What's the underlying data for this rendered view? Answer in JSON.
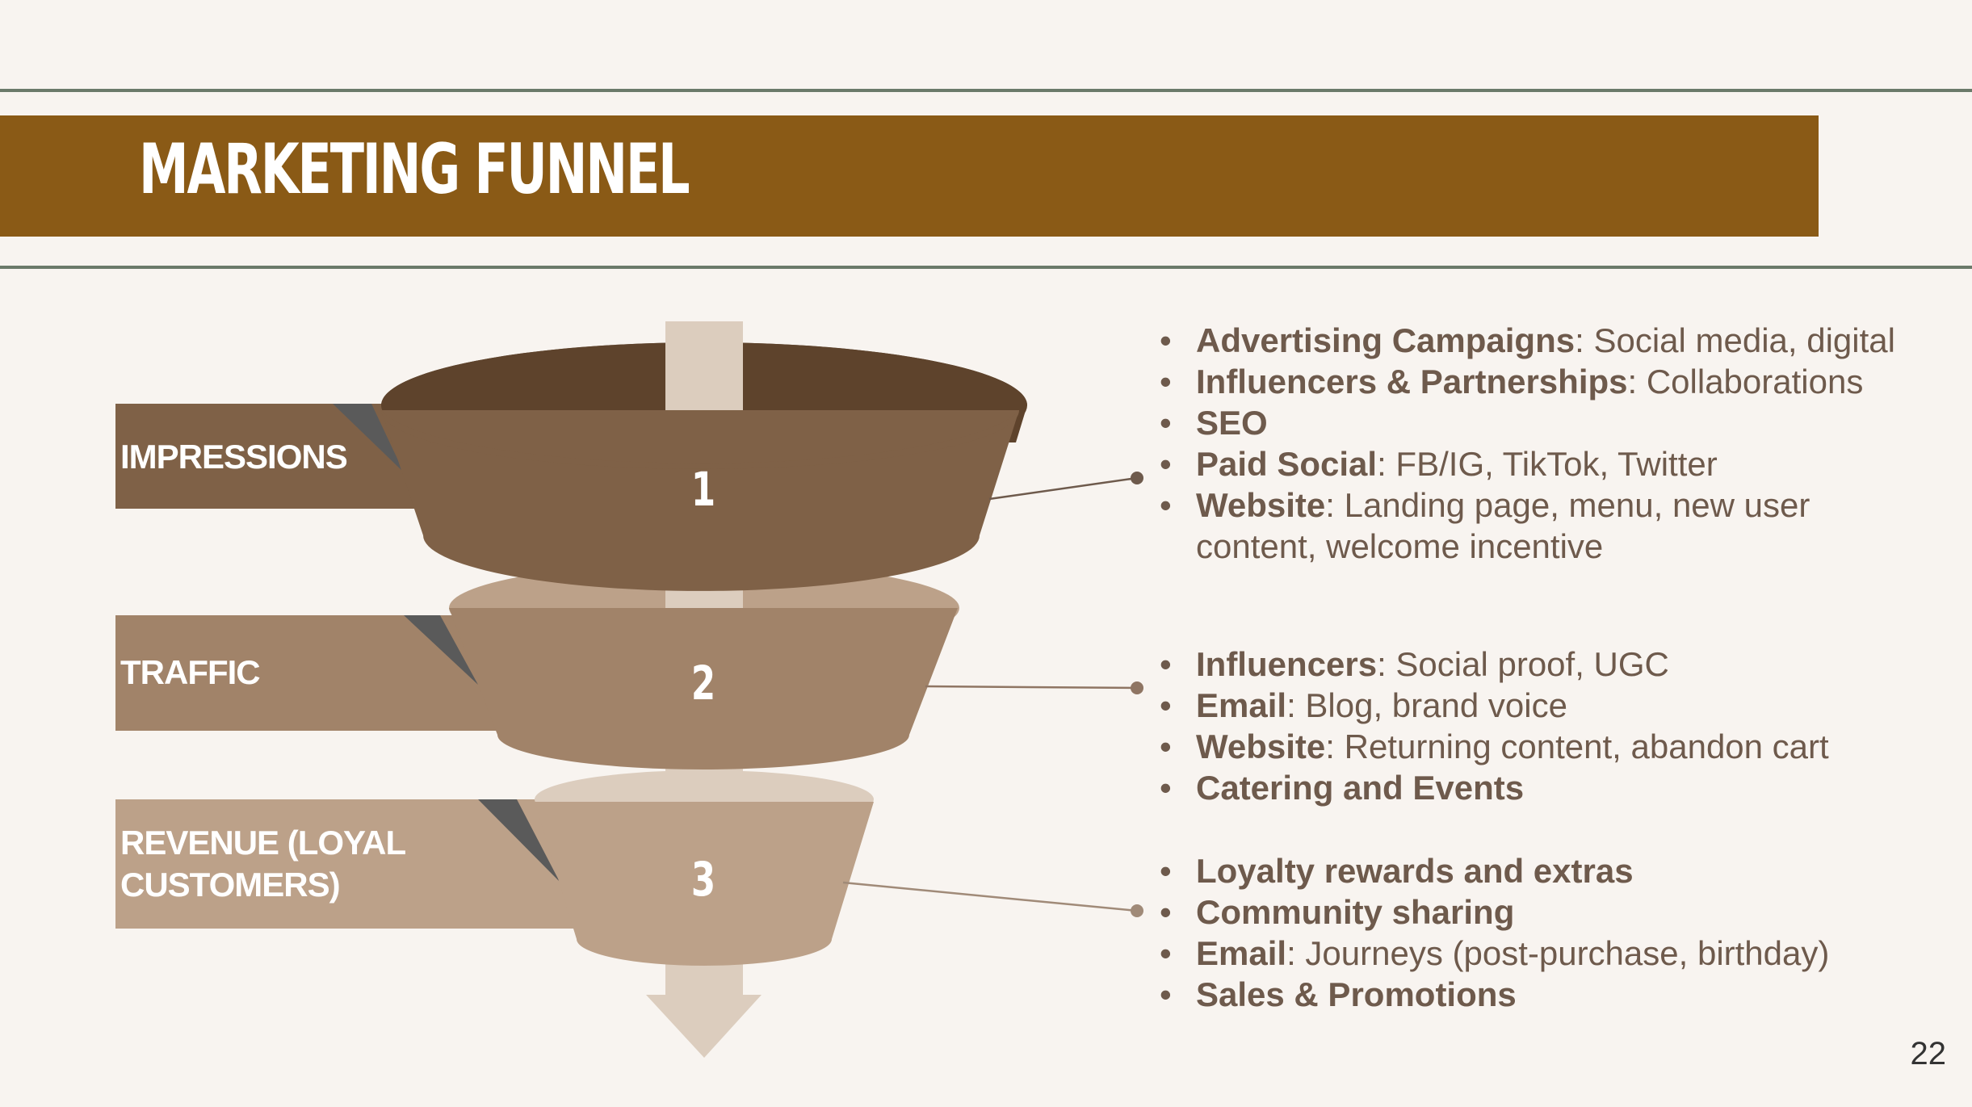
{
  "slide": {
    "title": "MARKETING FUNNEL",
    "page_number": "22",
    "colors": {
      "background": "#f8f4f0",
      "title_bar": "#8a5a16",
      "rules": "#6b7a6a",
      "stage1": "#7f6147",
      "stage1_rim": "#5e432c",
      "stage2": "#a18369",
      "stage2_rim": "#bca189",
      "stage3": "#bca189",
      "stage3_rim": "#dccdbe",
      "arrow": "#dccdbe",
      "text": "#6e5a4c"
    }
  },
  "funnel": {
    "stages": [
      {
        "number": "1",
        "label": "IMPRESSIONS"
      },
      {
        "number": "2",
        "label": "TRAFFIC"
      },
      {
        "number": "3",
        "label": "REVENUE (LOYAL CUSTOMERS)"
      }
    ]
  },
  "bullets": {
    "group1": [
      {
        "bold": "Advertising Campaigns",
        "rest": ": Social media, digital"
      },
      {
        "bold": "Influencers & Partnerships",
        "rest": ": Collaborations"
      },
      {
        "bold": "SEO",
        "rest": ""
      },
      {
        "bold": "Paid Social",
        "rest": ": FB/IG, TikTok, Twitter"
      },
      {
        "bold": "Website",
        "rest": ": Landing page, menu, new user content, welcome incentive"
      }
    ],
    "group2": [
      {
        "bold": "Influencers",
        "rest": ": Social proof, UGC"
      },
      {
        "bold": "Email",
        "rest": ": Blog, brand voice"
      },
      {
        "bold": "Website",
        "rest": ": Returning content, abandon cart"
      },
      {
        "bold": "Catering and Events",
        "rest": ""
      }
    ],
    "group3": [
      {
        "bold": "Loyalty rewards and extras",
        "rest": ""
      },
      {
        "bold": "Community sharing",
        "rest": ""
      },
      {
        "bold": "Email",
        "rest": ": Journeys (post-purchase, birthday)"
      },
      {
        "bold": "Sales & Promotions",
        "rest": ""
      }
    ]
  }
}
